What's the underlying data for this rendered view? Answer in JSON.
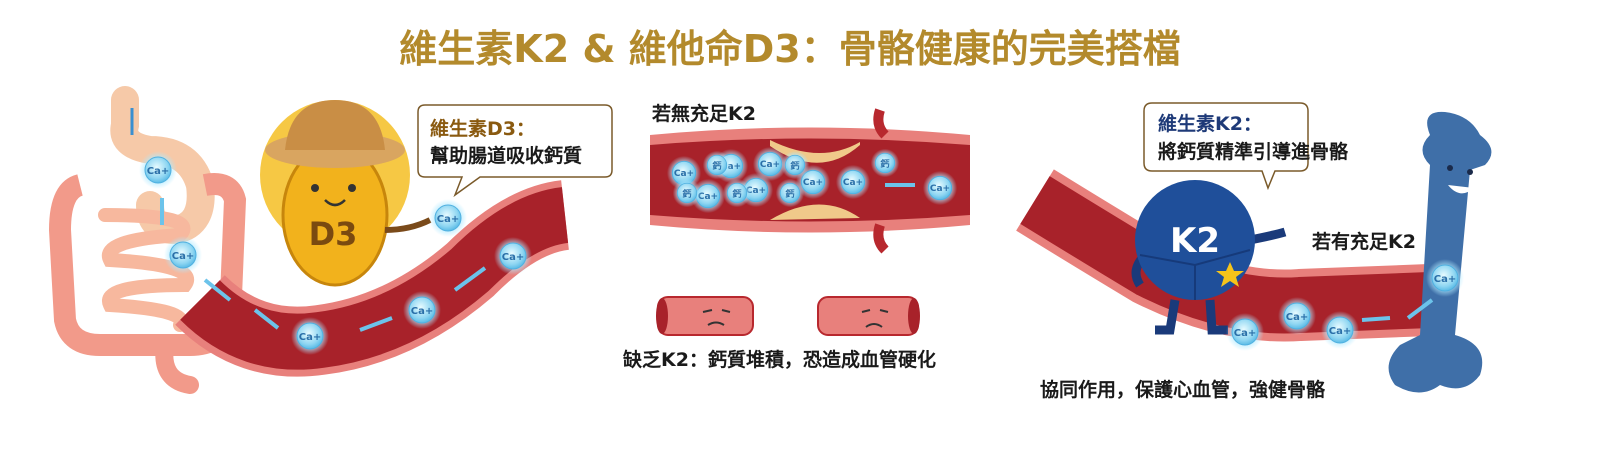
{
  "title": "維生素K2 & 維他命D3：骨骼健康的完美搭檔",
  "left_panel": {
    "bubble_line1": "維生素D3：",
    "bubble_line2": "幫助腸道吸收鈣質",
    "character_label": "D3",
    "ion_label": "Ca+"
  },
  "middle_panel": {
    "top_label": "若無充足K2",
    "calcium_label": "鈣",
    "caption": "缺乏K2：鈣質堆積，恐造成血管硬化"
  },
  "right_panel": {
    "bubble_line1": "維生素K2：",
    "bubble_line2": "將鈣質精準引導進骨骼",
    "character_label": "K2",
    "side_label": "若有充足K2",
    "caption": "協同作用，保護心血管，強健骨骼"
  },
  "colors": {
    "title": "#b38a2c",
    "vessel": "#b8282e",
    "vessel_wall": "#e8807c",
    "ion": "#9fe0f5",
    "k2": "#1f4f9a",
    "bone": "#3f6fa8",
    "sun": "#f2b21c"
  }
}
